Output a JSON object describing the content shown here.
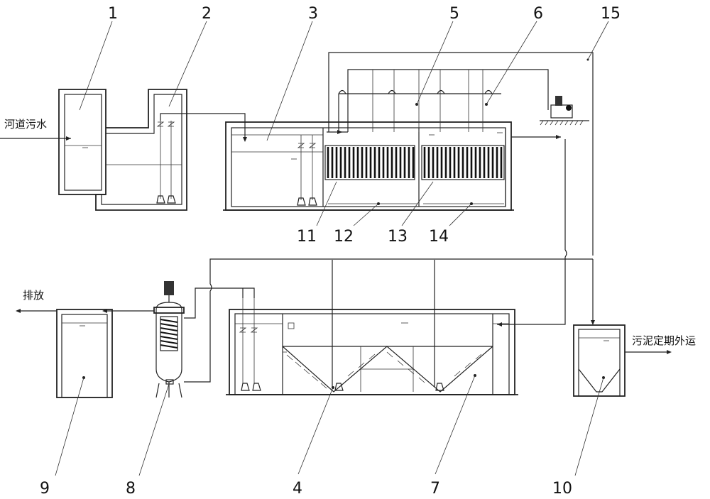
{
  "labels": {
    "inflow": "河道污水",
    "discharge": "排放",
    "sludge_out": "污泥定期外运"
  },
  "callouts": [
    "1",
    "2",
    "3",
    "4",
    "5",
    "6",
    "7",
    "8",
    "9",
    "10",
    "11",
    "12",
    "13",
    "14",
    "15"
  ]
}
